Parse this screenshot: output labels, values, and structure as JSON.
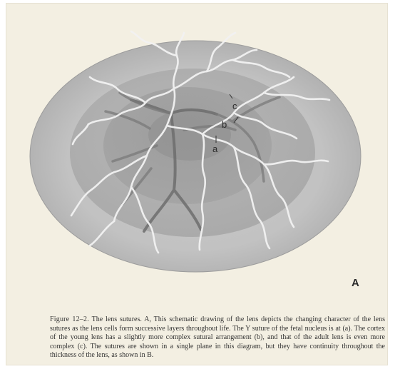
{
  "figure": {
    "panel_letter": "A",
    "labels": {
      "a": "a",
      "b": "b",
      "c": "c"
    },
    "caption_number": "Figure 12–2.",
    "caption_text": "The lens sutures. A, This schematic drawing of the lens depicts the changing character of the lens sutures as the lens cells form successive layers throughout life. The Y suture of the fetal nucleus is at (a). The cortex of the young lens has a slightly more complex sutural arrangement (b), and that of the adult lens is even more complex (c). The sutures are shown in a single plane in this diagram, but they have continuity throughout the thickness of the lens, as shown in B."
  }
}
